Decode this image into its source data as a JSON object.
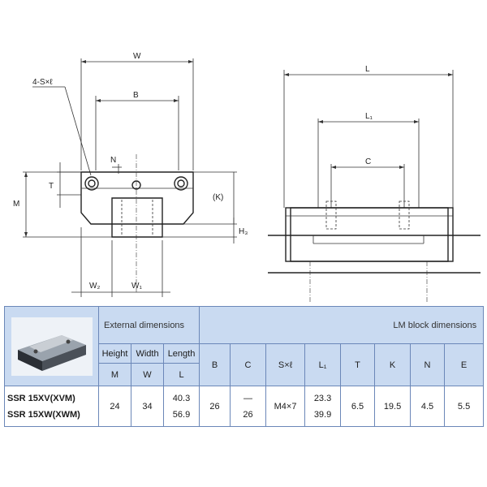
{
  "drawing": {
    "front_view": {
      "W": "W",
      "B": "B",
      "hole_spec": "4-S×ℓ",
      "N": "N",
      "T": "T",
      "M": "M",
      "K": "(K)",
      "H3": "H₃",
      "W2": "W₂",
      "W1": "W₁"
    },
    "side_view": {
      "L": "L",
      "L1": "L₁",
      "C": "C"
    }
  },
  "table": {
    "group_external": "External dimensions",
    "group_lm": "LM block dimensions",
    "sub_height": "Height",
    "sub_width": "Width",
    "sub_length": "Length",
    "symbols": [
      "M",
      "W",
      "L",
      "B",
      "C",
      "S×ℓ",
      "L₁",
      "T",
      "K",
      "N",
      "E"
    ],
    "models": [
      "SSR 15XV(XVM)",
      "SSR 15XW(XWM)"
    ],
    "values": {
      "M": "24",
      "W": "34",
      "L": [
        "40.3",
        "56.9"
      ],
      "B": "26",
      "C": [
        "—",
        "26"
      ],
      "S": "M4×7",
      "L1": [
        "23.3",
        "39.9"
      ],
      "T": "6.5",
      "K": "19.5",
      "N": "4.5",
      "E": "5.5"
    }
  }
}
